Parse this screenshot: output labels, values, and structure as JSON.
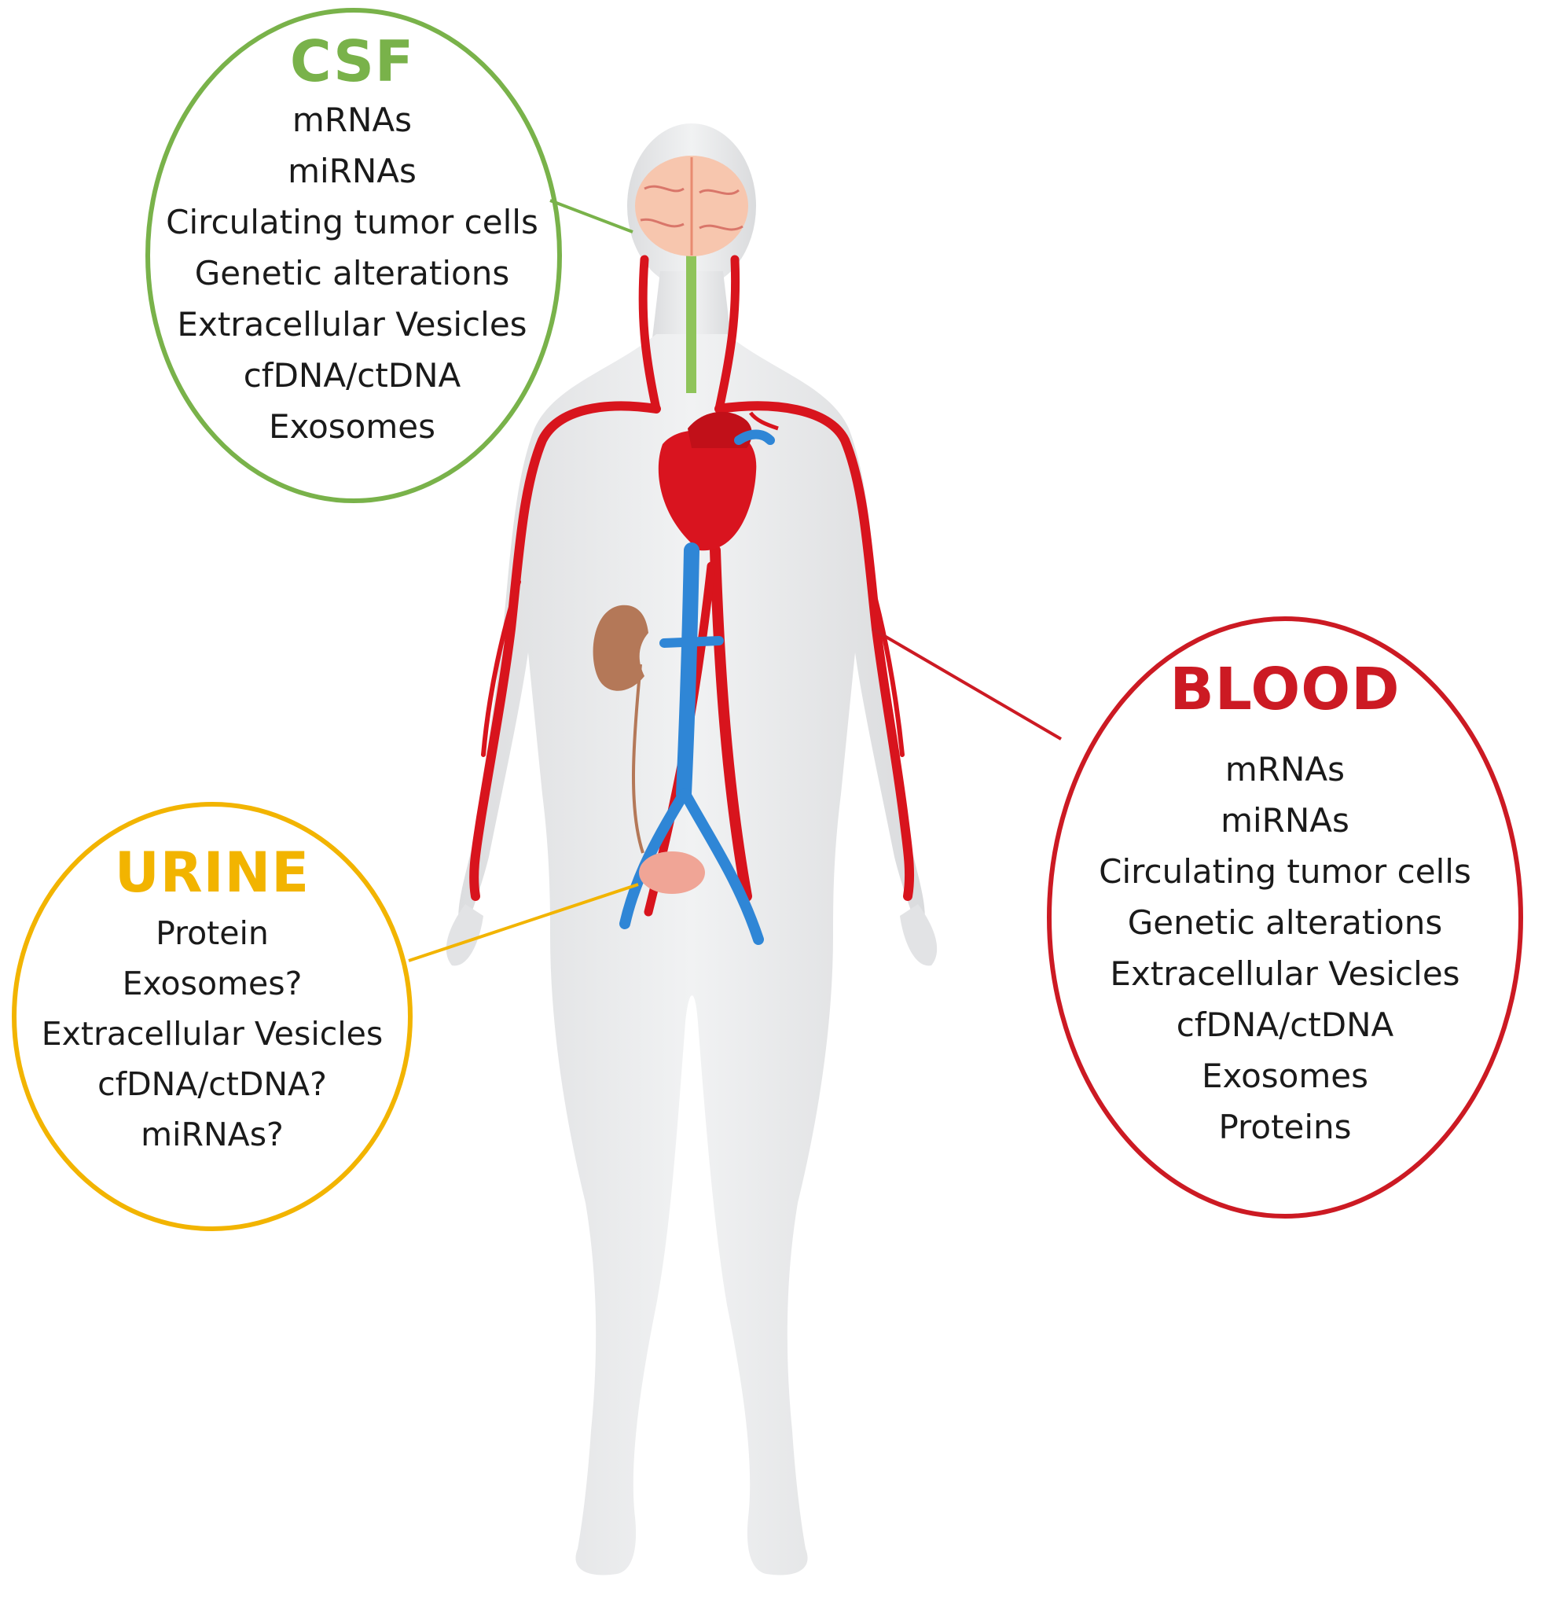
{
  "colors": {
    "csf": "#79b24a",
    "blood": "#cc1a23",
    "urine": "#f2b400",
    "body": "#e9eaeb",
    "artery": "#d8141d",
    "vein": "#2f86d6",
    "kidney": "#b47858",
    "bladder": "#f0a596",
    "brain": "#f7c6ae"
  },
  "csf": {
    "title": "CSF",
    "items": [
      "mRNAs",
      "miRNAs",
      "Circulating  tumor cells",
      "Genetic alterations",
      "Extracellular Vesicles",
      "cfDNA/ctDNA",
      "Exosomes"
    ]
  },
  "blood": {
    "title": "BLOOD",
    "items": [
      "mRNAs",
      "miRNAs",
      "Circulating  tumor cells",
      "Genetic alterations",
      "Extracellular Vesicles",
      "cfDNA/ctDNA",
      "Exosomes",
      "Proteins"
    ]
  },
  "urine": {
    "title": "URINE",
    "items": [
      "Protein",
      "Exosomes?",
      "Extracellular Vesicles",
      "cfDNA/ctDNA?",
      "miRNAs?"
    ]
  }
}
